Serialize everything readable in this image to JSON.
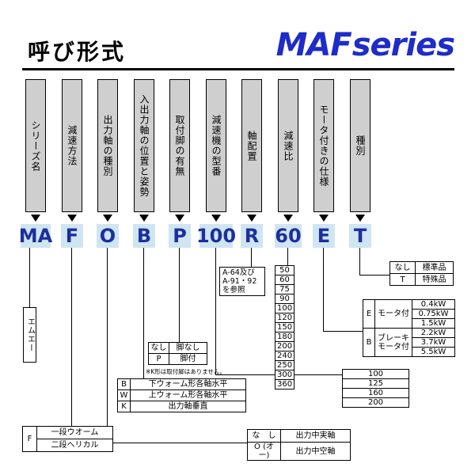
{
  "header": {
    "title": "呼び形式",
    "brand_main": "MAF",
    "brand_sub": "series"
  },
  "columns": [
    {
      "label": "シリーズ名",
      "code": "MA"
    },
    {
      "label": "減速方法",
      "code": "F"
    },
    {
      "label": "出力軸の種別",
      "code": "O"
    },
    {
      "label": "入出力軸の位置と姿勢",
      "code": "B"
    },
    {
      "label": "取付脚の有無",
      "code": "P"
    },
    {
      "label": "減速機の型番",
      "code": "100"
    },
    {
      "label": "軸配置",
      "code": "R"
    },
    {
      "label": "減速比",
      "code": "60"
    },
    {
      "label": "モータ付きの仕様",
      "code": "E"
    },
    {
      "label": "種別",
      "code": "T"
    }
  ],
  "series_table": {
    "value": "エムエー"
  },
  "method_table": {
    "code": "F",
    "rows": [
      "一段ウオーム",
      "二段ヘリカル"
    ]
  },
  "output_shaft_table": {
    "rows": [
      {
        "code": "な　し",
        "desc": "出力中実軸"
      },
      {
        "code": "O (オー)",
        "desc": "出力中空軸"
      }
    ]
  },
  "position_table": {
    "rows": [
      {
        "code": "B",
        "desc": "下ウォーム形各軸水平"
      },
      {
        "code": "W",
        "desc": "上ウォーム形各軸水平"
      },
      {
        "code": "K",
        "desc": "出力軸垂直"
      }
    ]
  },
  "legs_table": {
    "rows": [
      {
        "code": "なし",
        "desc": "脚なし"
      },
      {
        "code": "P",
        "desc": "脚付"
      }
    ],
    "note": "※K形は取付脚はありません。"
  },
  "frame_table": {
    "values": [
      "100",
      "125",
      "160",
      "200"
    ]
  },
  "axis_ref": {
    "lines": [
      "A-64及び",
      "A-91・92",
      "を参照"
    ]
  },
  "ratio_table": {
    "values": [
      "50",
      "60",
      "75",
      "90",
      "100",
      "120",
      "150",
      "180",
      "200",
      "240",
      "250",
      "300",
      "360"
    ]
  },
  "motor_table": {
    "groups": [
      {
        "code": "E",
        "desc": "モータ付",
        "values": [
          "0.4kW",
          "0.75kW",
          "1.5kW"
        ]
      },
      {
        "code": "B",
        "desc": "ブレーキモータ付",
        "values": [
          "2.2kW",
          "3.7kW",
          "5.5kW"
        ]
      }
    ]
  },
  "type_table": {
    "rows": [
      {
        "code": "なし",
        "desc": "標準品"
      },
      {
        "code": "T",
        "desc": "特殊品"
      }
    ]
  },
  "colors": {
    "brand_blue": "#1e2cc8",
    "code_blue": "#1c2f9c",
    "code_bg": "#cfe5f2",
    "label_bg": "#d0cfcf"
  }
}
